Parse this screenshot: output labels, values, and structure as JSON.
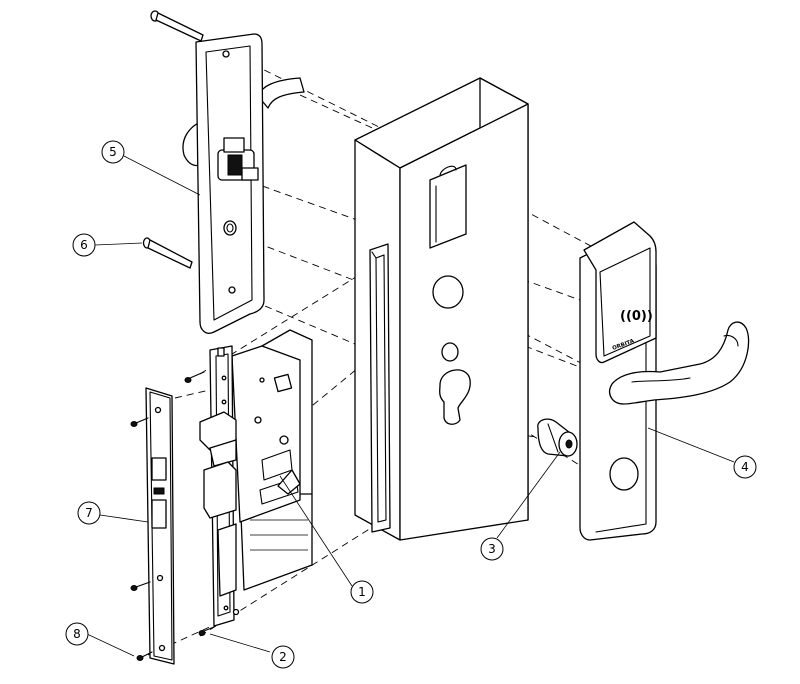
{
  "figure": {
    "callouts": [
      {
        "id": "mortise-body",
        "label": "1"
      },
      {
        "id": "mortise-screw",
        "label": "2"
      },
      {
        "id": "key-cylinder",
        "label": "3"
      },
      {
        "id": "outside-panel",
        "label": "4"
      },
      {
        "id": "inside-panel",
        "label": "5"
      },
      {
        "id": "through-bolt",
        "label": "6"
      },
      {
        "id": "strike-plate",
        "label": "7"
      },
      {
        "id": "strike-screw",
        "label": "8"
      }
    ],
    "reader_symbol": "((0))",
    "brand_text": "ORBITA"
  }
}
